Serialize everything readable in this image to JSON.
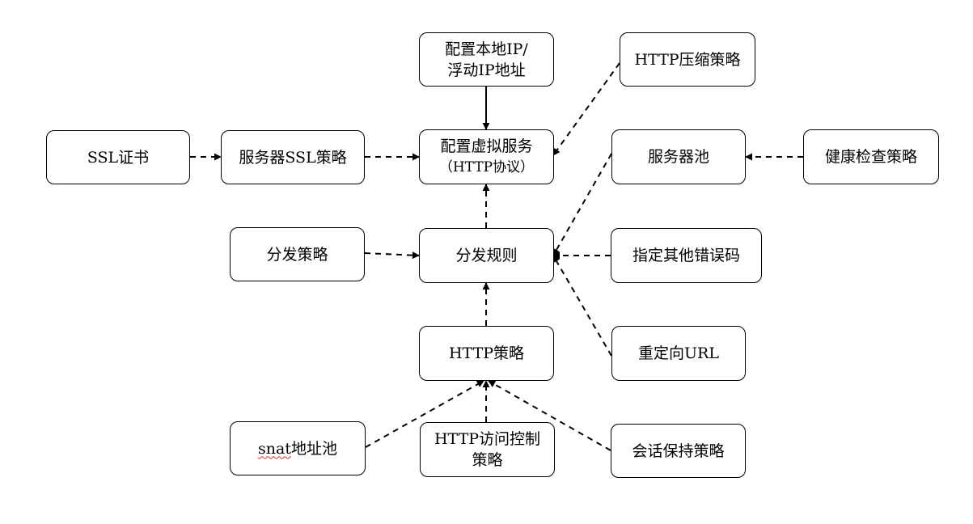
{
  "nodes": {
    "local_ip": {
      "line1": "配置本地IP/",
      "line2": "浮动IP地址"
    },
    "http_compress": {
      "label": "HTTP压缩策略"
    },
    "ssl_cert": {
      "label": "SSL证书"
    },
    "server_ssl": {
      "label": "服务器SSL策略"
    },
    "virtual_service": {
      "line1": "配置虚拟服务",
      "line2": "（HTTP协议）"
    },
    "server_pool": {
      "label": "服务器池"
    },
    "health_check": {
      "label": "健康检查策略"
    },
    "dispatch_policy": {
      "label": "分发策略"
    },
    "dispatch_rule": {
      "label": "分发规则"
    },
    "error_code": {
      "label": "指定其他错误码"
    },
    "http_policy": {
      "label": "HTTP策略"
    },
    "redirect_url": {
      "label": "重定向URL"
    },
    "snat_pool": {
      "word": "snat",
      "rest": "地址池"
    },
    "http_access": {
      "line1": "HTTP访问控制",
      "line2": "策略"
    },
    "session_keep": {
      "label": "会话保持策略"
    }
  },
  "colors": {
    "stroke": "#000000",
    "spellcheck_underline": "#e03030"
  }
}
